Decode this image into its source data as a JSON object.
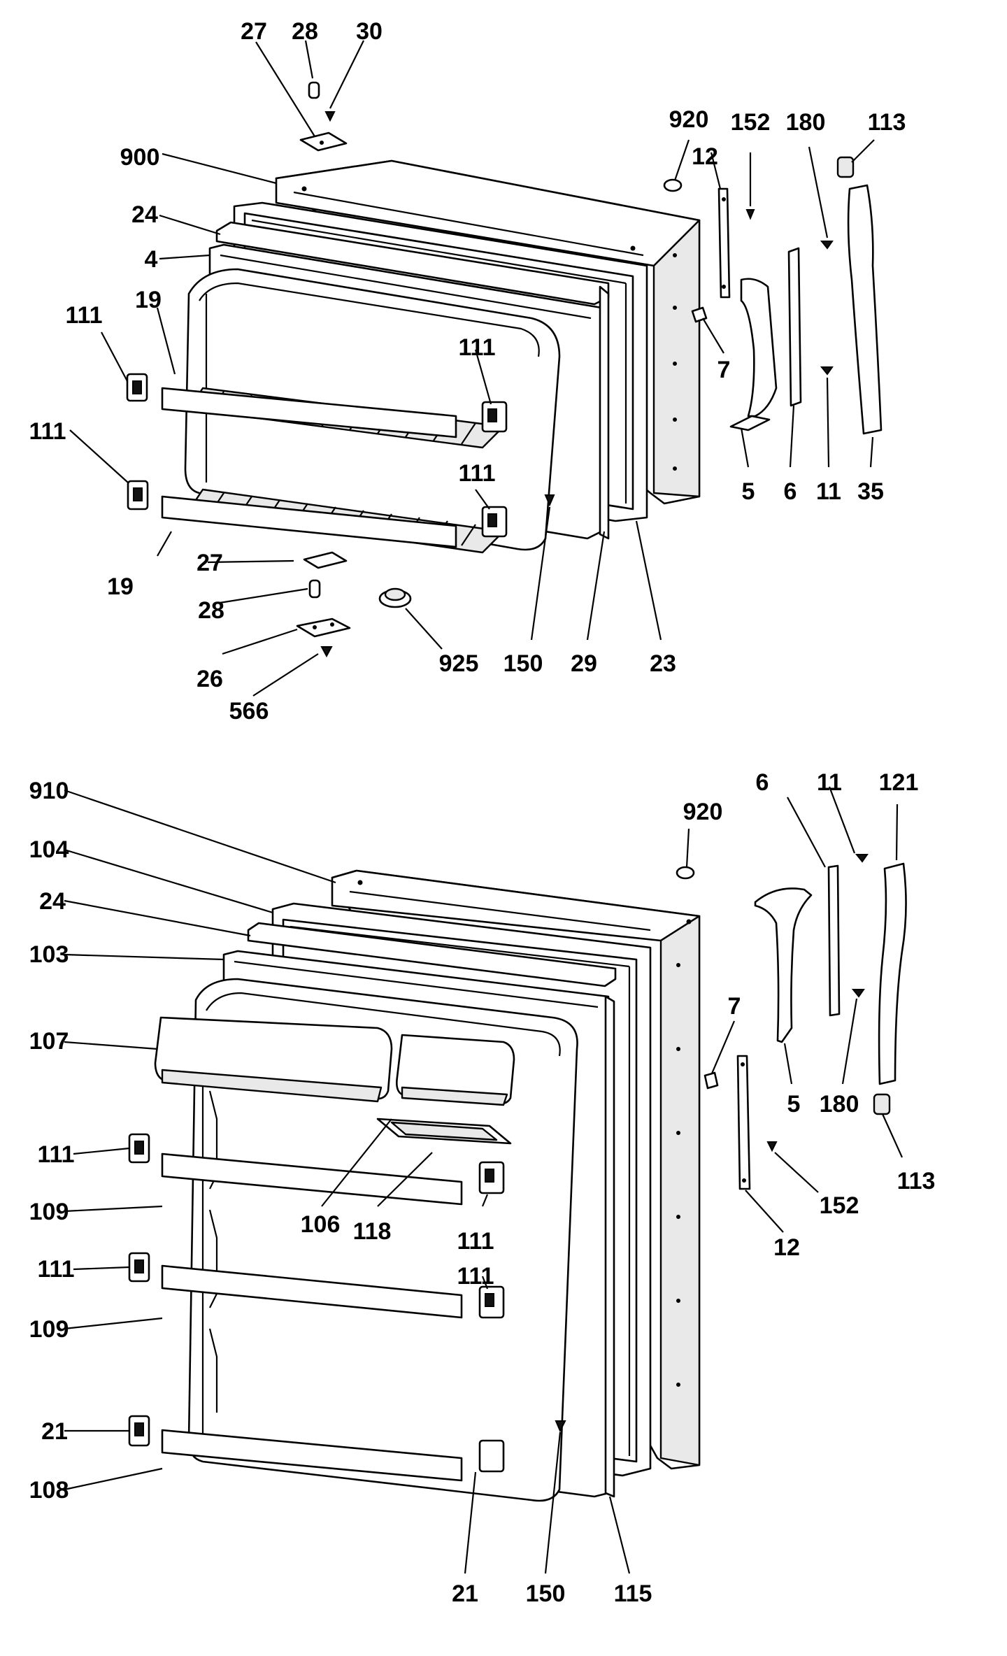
{
  "colors": {
    "ink": "#000000",
    "paper": "#ffffff"
  },
  "freezer_door": {
    "callouts": {
      "p27_top": "27",
      "p28_top": "28",
      "p30": "30",
      "p900": "900",
      "p24": "24",
      "p4": "4",
      "p111_a": "111",
      "p19_a": "19",
      "p111_b": "111",
      "p19_b": "19",
      "p111_c": "111",
      "p111_d": "111",
      "p920": "920",
      "p12": "12",
      "p152": "152",
      "p180": "180",
      "p113": "113",
      "p7": "7",
      "p5": "5",
      "p6": "6",
      "p11": "11",
      "p35": "35",
      "p27_bot": "27",
      "p28_bot": "28",
      "p26": "26",
      "p566": "566",
      "p925": "925",
      "p150": "150",
      "p29": "29",
      "p23": "23"
    }
  },
  "fresh_food_door": {
    "callouts": {
      "p910": "910",
      "p104": "104",
      "p24": "24",
      "p103": "103",
      "p107": "107",
      "p111_a": "111",
      "p109_a": "109",
      "p111_b": "111",
      "p109_b": "109",
      "p21_a": "21",
      "p108": "108",
      "p106": "106",
      "p118": "118",
      "p111_c": "111",
      "p111_d": "111",
      "p920": "920",
      "p6": "6",
      "p11": "11",
      "p121": "121",
      "p7": "7",
      "p5": "5",
      "p180": "180",
      "p113": "113",
      "p152": "152",
      "p12": "12",
      "p21_b": "21",
      "p150": "150",
      "p115": "115"
    }
  }
}
